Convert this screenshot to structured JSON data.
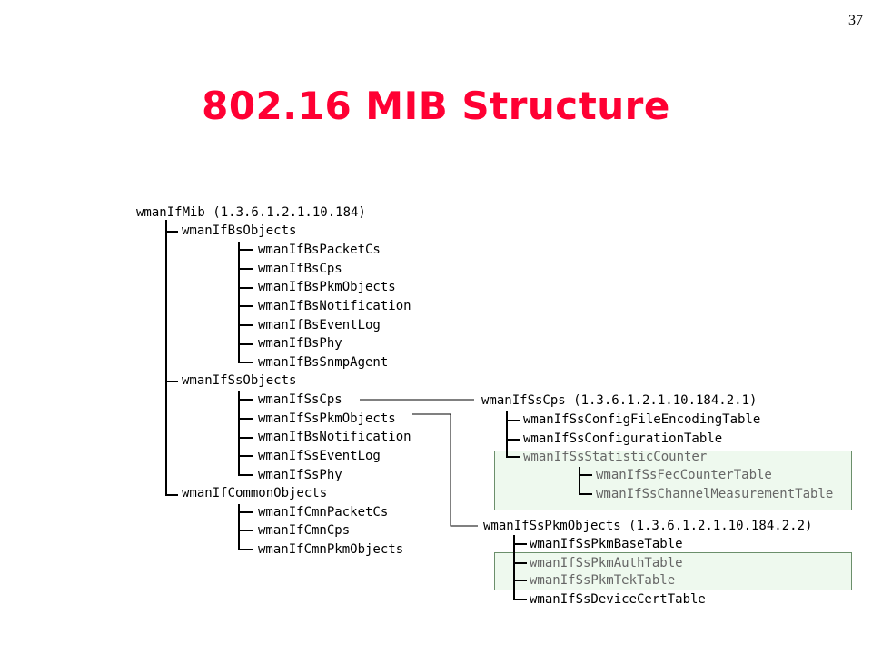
{
  "slide": {
    "number": "37",
    "title": "802.16 MIB Structure"
  },
  "tree": {
    "root": "wmanIfMib   (1.3.6.1.2.1.10.184)",
    "bs_objects": {
      "label": "wmanIfBsObjects",
      "children": [
        "wmanIfBsPacketCs",
        "wmanIfBsCps",
        "wmanIfBsPkmObjects",
        "wmanIfBsNotification",
        "wmanIfBsEventLog",
        "wmanIfBsPhy",
        "wmanIfBsSnmpAgent"
      ]
    },
    "ss_objects": {
      "label": "wmanIfSsObjects",
      "children": [
        "wmanIfSsCps",
        "wmanIfSsPkmObjects",
        "wmanIfBsNotification",
        "wmanIfSsEventLog",
        "wmanIfSsPhy"
      ]
    },
    "common_objects": {
      "label": "wmanIfCommonObjects",
      "children": [
        "wmanIfCmnPacketCs",
        "wmanIfCmnCps",
        "wmanIfCmnPkmObjects"
      ]
    }
  },
  "ss_cps_detail": {
    "header": "wmanIfSsCps  (1.3.6.1.2.1.10.184.2.1)",
    "children": [
      "wmanIfSsConfigFileEncodingTable",
      "wmanIfSsConfigurationTable",
      "wmanIfSsStatisticCounter"
    ],
    "sub_children": [
      "wmanIfSsFecCounterTable",
      "wmanIfSsChannelMeasurementTable"
    ]
  },
  "ss_pkm_detail": {
    "header": "wmanIfSsPkmObjects (1.3.6.1.2.1.10.184.2.2)",
    "children": [
      "wmanIfSsPkmBaseTable",
      "wmanIfSsPkmAuthTable",
      "wmanIfSsPkmTekTable",
      "wmanIfSsDeviceCertTable"
    ]
  },
  "colors": {
    "title": "#ff0033",
    "highlight_fill": "#eef9ee",
    "highlight_border": "#6b8f6b",
    "muted_text": "#666666"
  }
}
